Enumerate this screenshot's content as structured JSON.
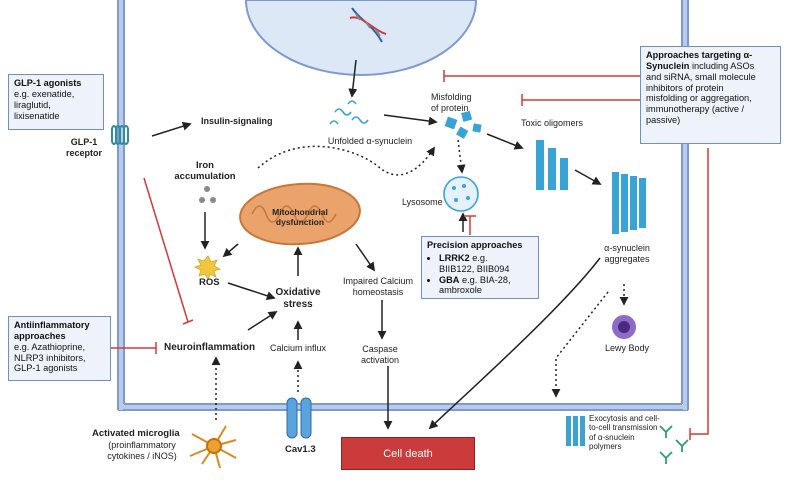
{
  "labels": {
    "unfolded": "Unfolded α-synuclein",
    "misfolding": "Misfolding\nof protein",
    "toxic_oligomers": "Toxic oligomers",
    "lysosome": "Lysosome",
    "insulin": "Insulin-signaling",
    "glp1_receptor": "GLP-1\nreceptor",
    "iron": "Iron\naccumulation",
    "ros": "ROS",
    "mito": "Mitochondrial\ndysfunction",
    "oxidative": "Oxidative\nstress",
    "impaired_calcium": "Impaired Calcium\nhomeostasis",
    "calcium_influx": "Calcium influx",
    "caspase": "Caspase\nactivation",
    "neuroinflammation": "Neuroinflammation",
    "syn_aggregates": "α-synuclein\naggregates",
    "lewy_body": "Lewy Body",
    "exocytosis": "Exocytosis and cell-\nto-cell transmission\nof α-snuclein\npolymers",
    "activated_microglia": "Activated microglia",
    "microglia_sub": "(proinflammatory\ncytokines / iNOS)",
    "cav": "Cav1.3",
    "cell_death": "Cell death"
  },
  "boxes": {
    "glp1": {
      "title": "GLP-1 agonists",
      "body": "e.g. exenatide,\nliraglutid,\nlixisenatide"
    },
    "antiinflam": {
      "title": "Antiinflammatory\napproaches",
      "body": "e.g. Azathioprine,\nNLRP3 inhibitors,\nGLP-1 agonists"
    },
    "precision": {
      "title": "Precision approaches",
      "items": [
        {
          "gene": "LRRK2",
          "text": " e.g.\nBIIB122, BIIB094"
        },
        {
          "gene": "GBA",
          "text": " e.g. BIA-28,\nambroxole"
        }
      ]
    },
    "alpha": {
      "title": "Approaches targeting α-\nSynuclein",
      "body": " including ASOs\nand siRNA, small molecule\ninhibitors of protein\nmisfolding or aggregation,\nimmunotherapy (active /\npassive)"
    }
  },
  "colors": {
    "membrane": "#6f8fc6",
    "protein": "#3aa3d6",
    "inhibit": "#d23a3a",
    "mito": "#e9a36a",
    "cell_death": "#cb3b3b",
    "microglia": "#e8962a"
  }
}
